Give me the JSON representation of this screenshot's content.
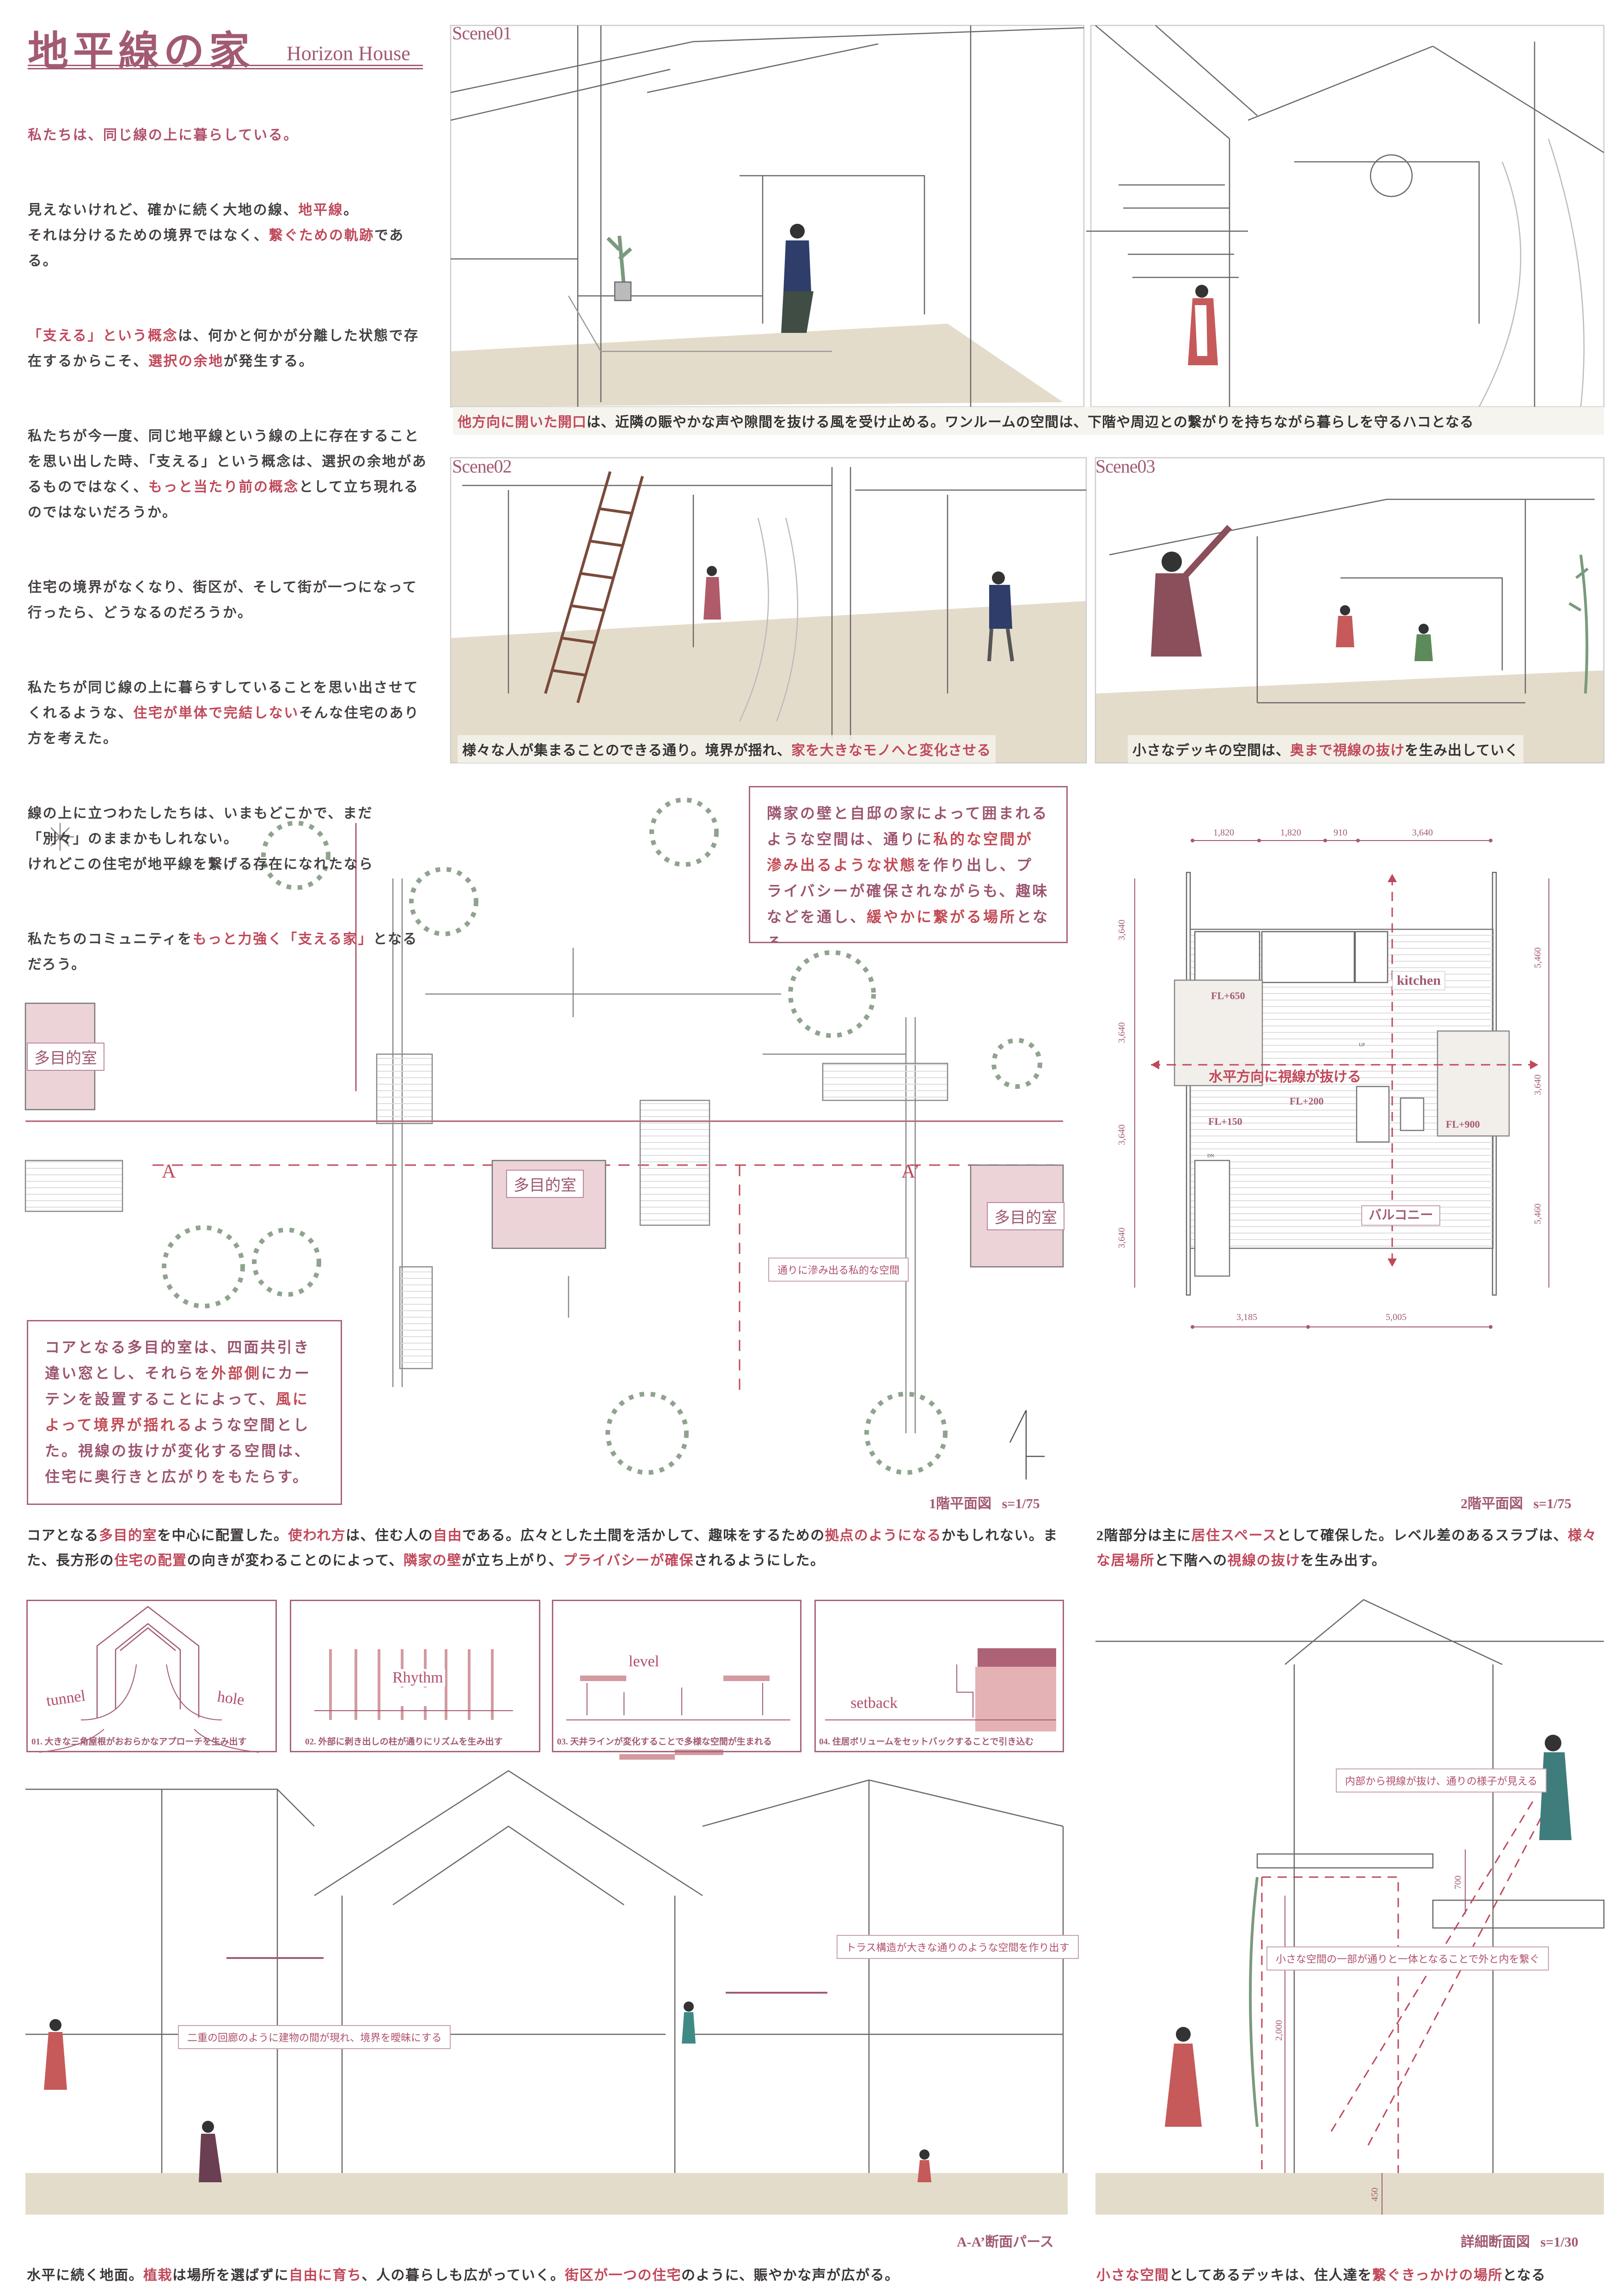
{
  "title": {
    "jp": "地平線の家",
    "en": "Horizon House"
  },
  "intro": {
    "lead": "私たちは、同じ線の上に暮らしている。",
    "paragraphs": [
      [
        {
          "t": "見えないけれど、確かに続く大地の線、"
        },
        {
          "t": "地平線",
          "hl": true
        },
        {
          "t": "。\nそれは分けるための境界ではなく、"
        },
        {
          "t": "繋ぐための軌跡",
          "hl": true
        },
        {
          "t": "である。"
        }
      ],
      [
        {
          "t": "「支える」という概念",
          "hl": true
        },
        {
          "t": "は、何かと何かが分離した状態で存在するからこそ、"
        },
        {
          "t": "選択の余地",
          "hl": true
        },
        {
          "t": "が発生する。"
        }
      ],
      [
        {
          "t": "私たちが今一度、同じ地平線という線の上に存在することを思い出した時、「支える」という概念は、選択の余地があるものではなく、"
        },
        {
          "t": "もっと当たり前の概念",
          "hl": true
        },
        {
          "t": "として立ち現れるのではないだろうか。"
        }
      ],
      [
        {
          "t": "住宅の境界がなくなり、街区が、そして街が一つになって行ったら、どうなるのだろうか。"
        }
      ],
      [
        {
          "t": "私たちが同じ線の上に暮らすしていることを思い出させてくれるような、"
        },
        {
          "t": "住宅が単体で完結しない",
          "hl": true
        },
        {
          "t": "そんな住宅のあり方を考えた。"
        }
      ],
      [
        {
          "t": "線の上に立つわたしたちは、いまもどこかで、まだ\n「別々」のままかもしれない。\nけれどこの住宅が地平線を繋げる存在になれたなら"
        }
      ],
      [
        {
          "t": "私たちのコミュニティを"
        },
        {
          "t": "もっと力強く「支える家」",
          "hl": true
        },
        {
          "t": "となるだろう。"
        }
      ]
    ]
  },
  "scenes": [
    {
      "label": "Scene01",
      "caption": [
        {
          "t": "他方向に開いた開口",
          "hl": true
        },
        {
          "t": "は、近隣の賑やかな声や隙間を抜ける風を受け止める。ワンルームの空間は、下階や周辺との繋がりを持ちながら暮らしを守るハコとなる"
        }
      ]
    },
    {
      "label": "Scene02",
      "caption": [
        {
          "t": "様々な人が集まることのできる通り。境界が揺れ、"
        },
        {
          "t": "家を大きなモノへと変化させる",
          "hl": true
        }
      ]
    },
    {
      "label": "Scene03",
      "caption": [
        {
          "t": "小さなデッキの空間は、"
        },
        {
          "t": "奥まで視線の抜け",
          "hl": true
        },
        {
          "t": "を生み出していく"
        }
      ]
    }
  ],
  "plan1f": {
    "callout_top": [
      {
        "t": "隣家の壁と自邸の家によって囲まれるような空間は、通りに"
      },
      {
        "t": "私的な空間が滲み出るような状態",
        "hl": true
      },
      {
        "t": "を作り出し、プライバシーが確保されながらも、趣味などを通し、"
      },
      {
        "t": "緩やかに繋がる場所",
        "hl": true
      },
      {
        "t": "となる。"
      }
    ],
    "callout_left": [
      {
        "t": "コアとなる多目的室は、四面共引き違い窓とし、それらを"
      },
      {
        "t": "外部側",
        "hl": true
      },
      {
        "t": "にカーテンを設置することによって、"
      },
      {
        "t": "風によって境界が揺れる",
        "hl": true
      },
      {
        "t": "ような空間とした。視線の抜けが変化する空間は、住宅に奥行きと広がりをもたらす。"
      }
    ],
    "rooms": [
      "多目的室",
      "多目的室",
      "多目的室"
    ],
    "section_marks": [
      "A",
      "A’"
    ],
    "note": "通りに滲み出る私的な空間",
    "title": "1階平面図",
    "scale": "s=1/75",
    "description": [
      {
        "t": "コアとなる"
      },
      {
        "t": "多目的室",
        "hl": true
      },
      {
        "t": "を中心に配置した。"
      },
      {
        "t": "使われ方",
        "hl": true
      },
      {
        "t": "は、住む人の"
      },
      {
        "t": "自由",
        "hl": true
      },
      {
        "t": "である。広々とした土間を活かして、趣味をするための"
      },
      {
        "t": "拠点のようになる",
        "hl": true
      },
      {
        "t": "かもしれない。また、長方形の"
      },
      {
        "t": "住宅の配置",
        "hl": true
      },
      {
        "t": "の向きが変わることのによって、"
      },
      {
        "t": "隣家の壁",
        "hl": true
      },
      {
        "t": "が立ち上がり、"
      },
      {
        "t": "プライバシーが確保",
        "hl": true
      },
      {
        "t": "されるようにした。"
      }
    ]
  },
  "plan2f": {
    "dims_top": [
      "1,820",
      "1,820",
      "910",
      "3,640"
    ],
    "dims_bottom": [
      "3,185",
      "5,005"
    ],
    "dims_left": [
      "3,640",
      "3,640",
      "3,640",
      "3,640"
    ],
    "dims_right": [
      "5,460",
      "3,640",
      "5,460"
    ],
    "kitchen": "kitchen",
    "balcony": "バルコニー",
    "sightline": "水平方向に視線が抜ける",
    "levels": [
      "FL+650",
      "FL+200",
      "FL+150",
      "FL+900"
    ],
    "up": "UP",
    "dn": "DN",
    "title": "2階平面図",
    "scale": "s=1/75",
    "description": [
      {
        "t": "2階部分は主に"
      },
      {
        "t": "居住スペース",
        "hl": true
      },
      {
        "t": "として確保した。レベル差のあるスラブは、"
      },
      {
        "t": "様々な居場所",
        "hl": true
      },
      {
        "t": "と下階への"
      },
      {
        "t": "視線の抜け",
        "hl": true
      },
      {
        "t": "を生み出す。"
      }
    ]
  },
  "concepts": [
    {
      "words": [
        "tunnel",
        "hole"
      ],
      "caption": "01. 大きな三角屋根がおおらかなアプローチを生み出す"
    },
    {
      "words": [
        "Rhythm"
      ],
      "caption": "02. 外部に剥き出しの柱が通りにリズムを生み出す"
    },
    {
      "words": [
        "level"
      ],
      "caption": "03. 天井ラインが変化することで多様な空間が生まれる"
    },
    {
      "words": [
        "setback"
      ],
      "caption": "04. 住居ボリュームをセットバックすることで引き込む"
    }
  ],
  "section": {
    "notes": [
      "二重の回廊のように建物の間が現れ、境界を曖昧にする",
      "トラス構造が大きな通りのような空間を作り出す"
    ],
    "title": "A-A’断面パース",
    "description": [
      {
        "t": "水平に続く地面。"
      },
      {
        "t": "植栽",
        "hl": true
      },
      {
        "t": "は場所を選ばずに"
      },
      {
        "t": "自由に育ち",
        "hl": true
      },
      {
        "t": "、人の暮らしも広がっていく。"
      },
      {
        "t": "街区が一つの住宅",
        "hl": true
      },
      {
        "t": "のように、賑やかな声が広がる。"
      }
    ]
  },
  "detail": {
    "notes": [
      "内部から視線が抜け、通りの様子が見える",
      "小さな空間の一部が通りと一体となることで外と内を繋ぐ"
    ],
    "dims": [
      "700",
      "2,000",
      "450"
    ],
    "title": "詳細断面図",
    "scale": "s=1/30",
    "description": [
      {
        "t": "小さな空間",
        "hl": true
      },
      {
        "t": "としてあるデッキは、住人達を"
      },
      {
        "t": "繋ぐきっかけの場所",
        "hl": true
      },
      {
        "t": "となる"
      }
    ]
  },
  "colors": {
    "accent": "#a25a73",
    "highlight": "#c0485a",
    "pink_fill": "#ecd3d8",
    "floor_beige": "#ddd3bd",
    "plant": "#8fa38e"
  }
}
